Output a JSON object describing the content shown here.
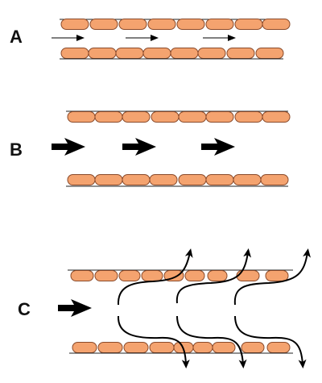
{
  "panels": [
    {
      "label": "A"
    },
    {
      "label": "B"
    },
    {
      "label": "C"
    }
  ],
  "colors": {
    "cell_fill": "#f4a36f",
    "cell_stroke": "#8a4a2a",
    "line": "#222222",
    "arrow": "#000000",
    "background": "#ffffff"
  }
}
